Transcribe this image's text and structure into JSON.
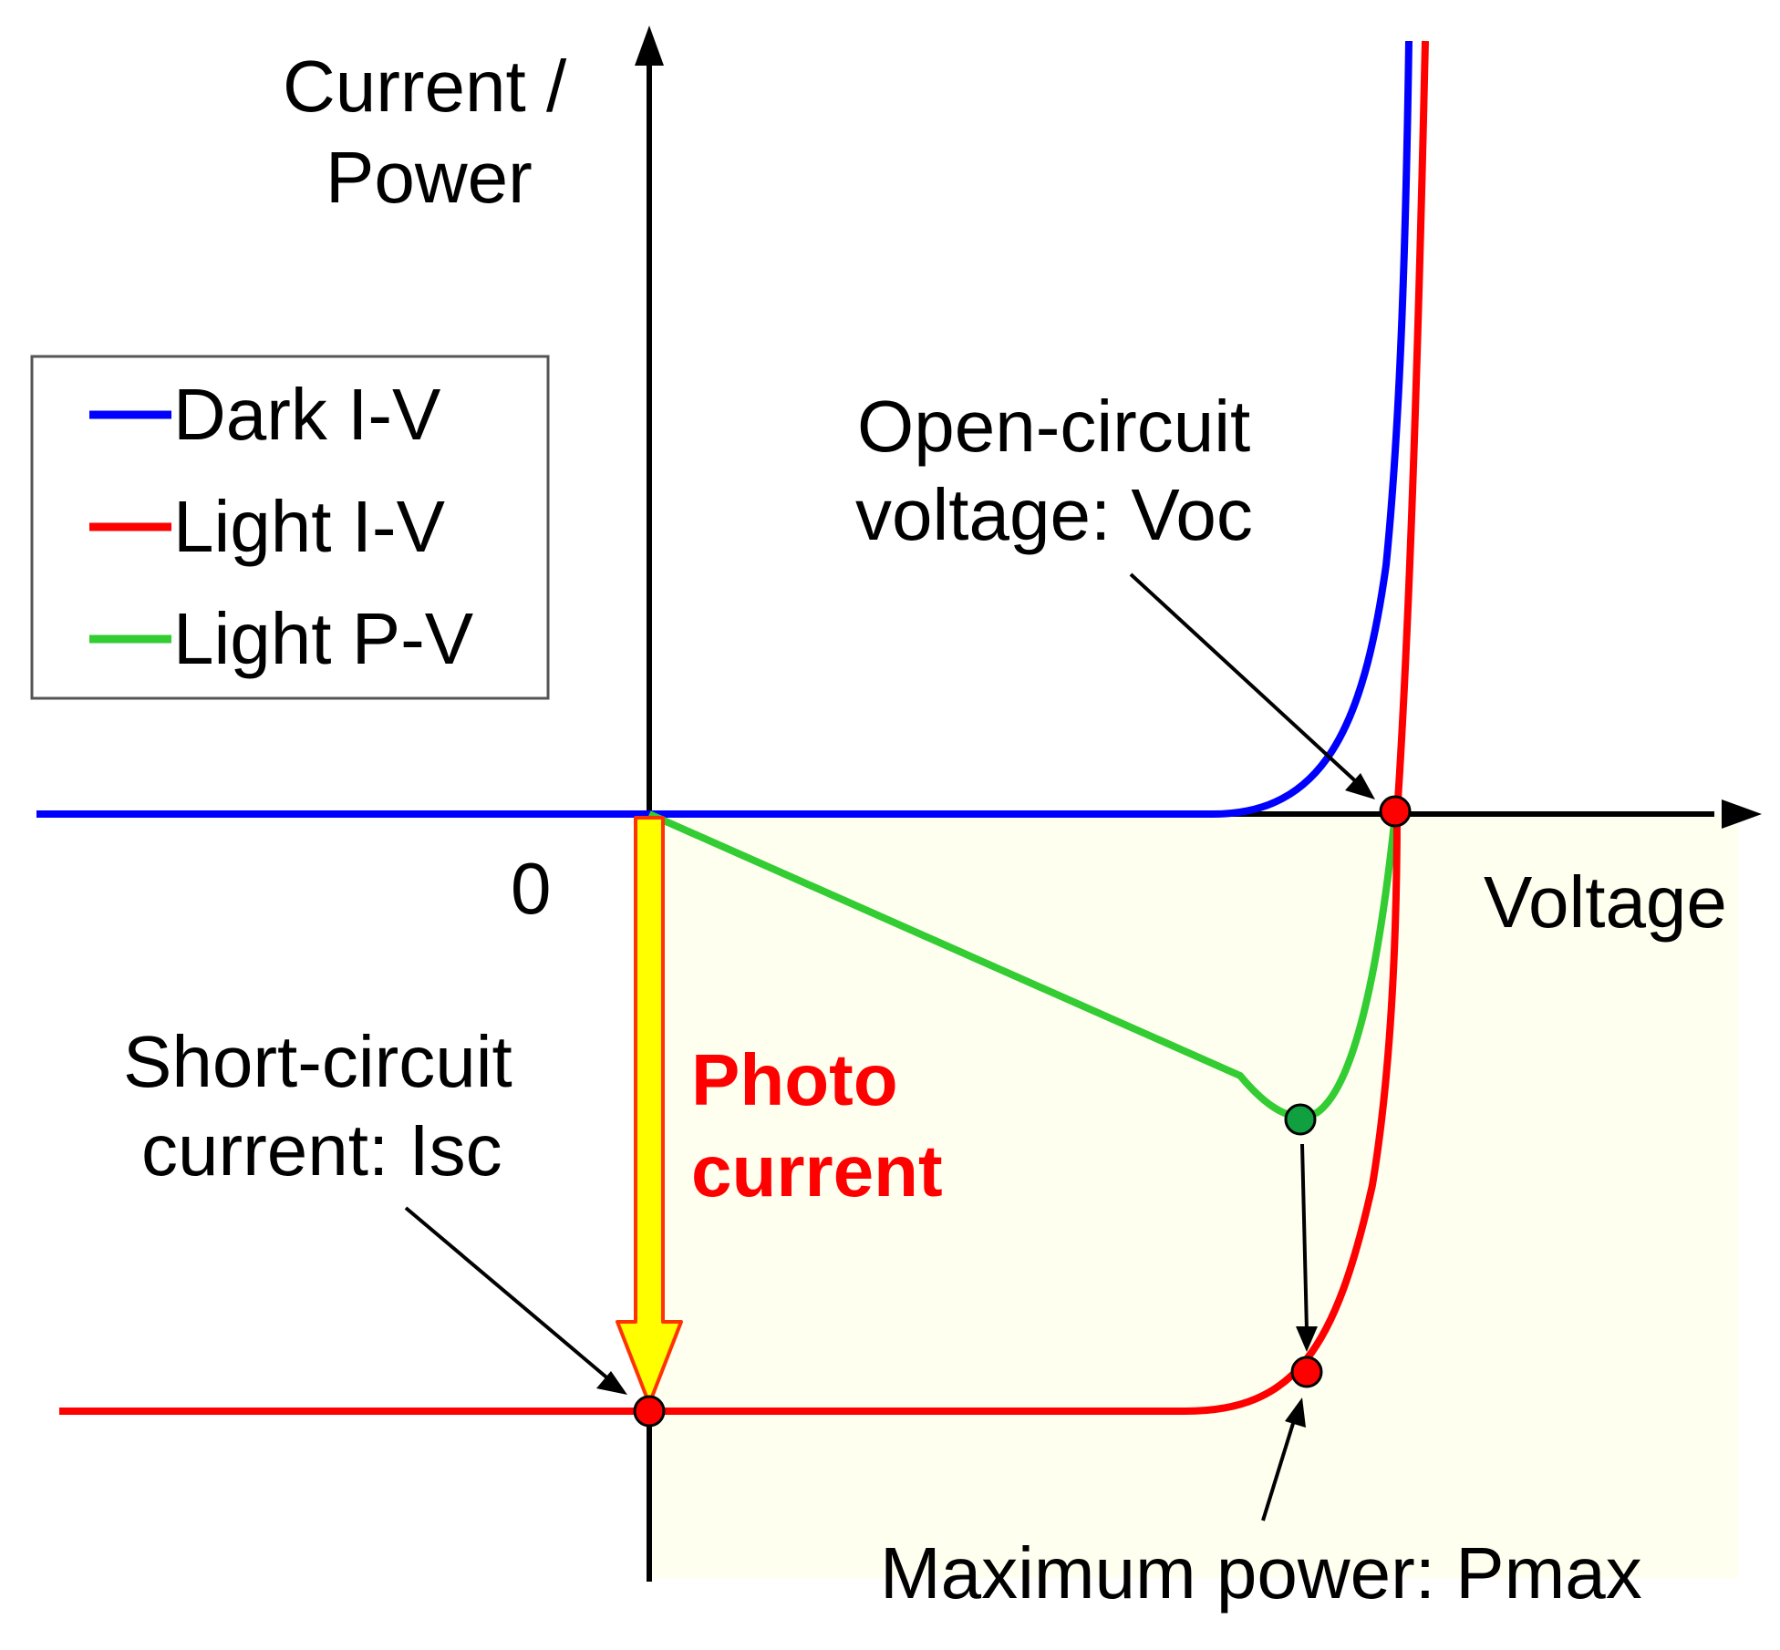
{
  "axes": {
    "y_label_line1": "Current /",
    "y_label_line2": "Power",
    "x_label": "Voltage",
    "origin_label": "0"
  },
  "legend": {
    "items": [
      {
        "label": "Dark I-V",
        "color": "#0000ff"
      },
      {
        "label": "Light I-V",
        "color": "#ff0000"
      },
      {
        "label": "Light P-V",
        "color": "#33cc33"
      }
    ]
  },
  "annotations": {
    "voc_line1": "Open-circuit",
    "voc_line2": "voltage: Voc",
    "isc_line1": "Short-circuit",
    "isc_line2": "current: Isc",
    "photo_line1": "Photo",
    "photo_line2": "current",
    "pmax": "Maximum power: Pmax"
  },
  "colors": {
    "dark_iv": "#0000ff",
    "light_iv": "#ff0000",
    "light_pv": "#33cc33",
    "photo_current_text": "#ff0000",
    "photo_arrow_fill": "#ffff00",
    "photo_arrow_stroke": "#ff3300",
    "fourth_quadrant_fill": "#fffff0",
    "pmax_dot": "#11a040"
  }
}
